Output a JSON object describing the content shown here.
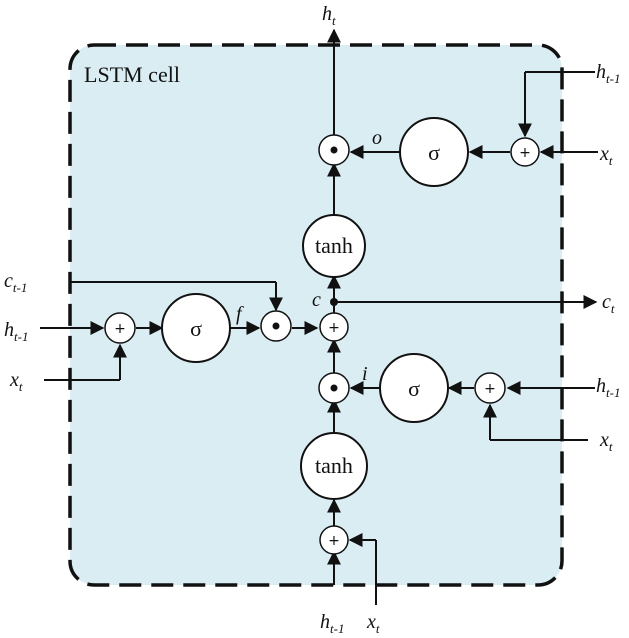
{
  "title": "LSTM cell",
  "colors": {
    "cell_fill": "#d9edf3",
    "stroke": "#111111"
  },
  "symbols": {
    "sigma": "σ",
    "tanh": "tanh",
    "plus": "+"
  },
  "var": {
    "h": "h",
    "x": "x",
    "c": "c",
    "t": "t",
    "tm1": "t-1"
  },
  "gates": {
    "o": "o",
    "f": "f",
    "i": "i",
    "c": "c"
  }
}
